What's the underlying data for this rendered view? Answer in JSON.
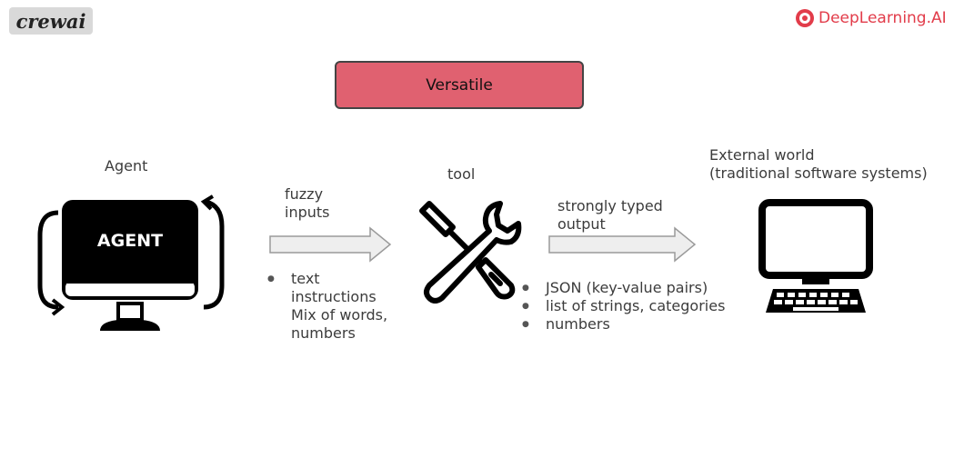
{
  "header": {
    "left_logo": "crewai",
    "right_logo": "DeepLearning.AI"
  },
  "title_box": {
    "label": "Versatile",
    "fill": "#e06170"
  },
  "agent": {
    "caption": "Agent",
    "screen_label": "AGENT"
  },
  "fuzzy_inputs": {
    "label": "fuzzy\ninputs",
    "items": [
      "text\ninstructions\nMix of words,\nnumbers"
    ]
  },
  "tool": {
    "caption": "tool"
  },
  "typed_output": {
    "label": "strongly typed\noutput",
    "items": [
      "JSON (key-value pairs)",
      "list of strings, categories",
      "numbers"
    ]
  },
  "external": {
    "caption": "External world\n(traditional software systems)"
  },
  "colors": {
    "accent": "#e06170",
    "brand": "#e23c4a",
    "arrow_fill": "#eeeeee"
  }
}
